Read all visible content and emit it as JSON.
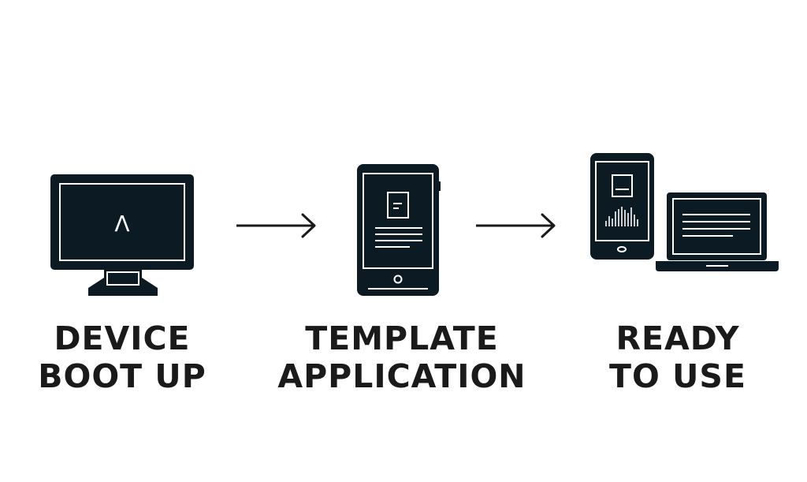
{
  "diagram": {
    "colors": {
      "device_dark": "#0c1a24",
      "screen_line": "#ffffff",
      "arrow": "#1a1a1a",
      "text": "#1a1a1a",
      "background": "#ffffff"
    },
    "steps": [
      {
        "icon": "desktop-monitor-icon",
        "label_line1": "DEVICE",
        "label_line2": "BOOT UP",
        "screen_glyph": "Λ"
      },
      {
        "icon": "tablet-document-icon",
        "label_line1": "TEMPLATE",
        "label_line2": "APPLICATION"
      },
      {
        "icon": "phone-and-laptop-icon",
        "label_line1": "READY",
        "label_line2": "TO USE"
      }
    ],
    "connectors": [
      {
        "icon": "arrow-right-icon"
      },
      {
        "icon": "arrow-right-icon"
      }
    ]
  }
}
